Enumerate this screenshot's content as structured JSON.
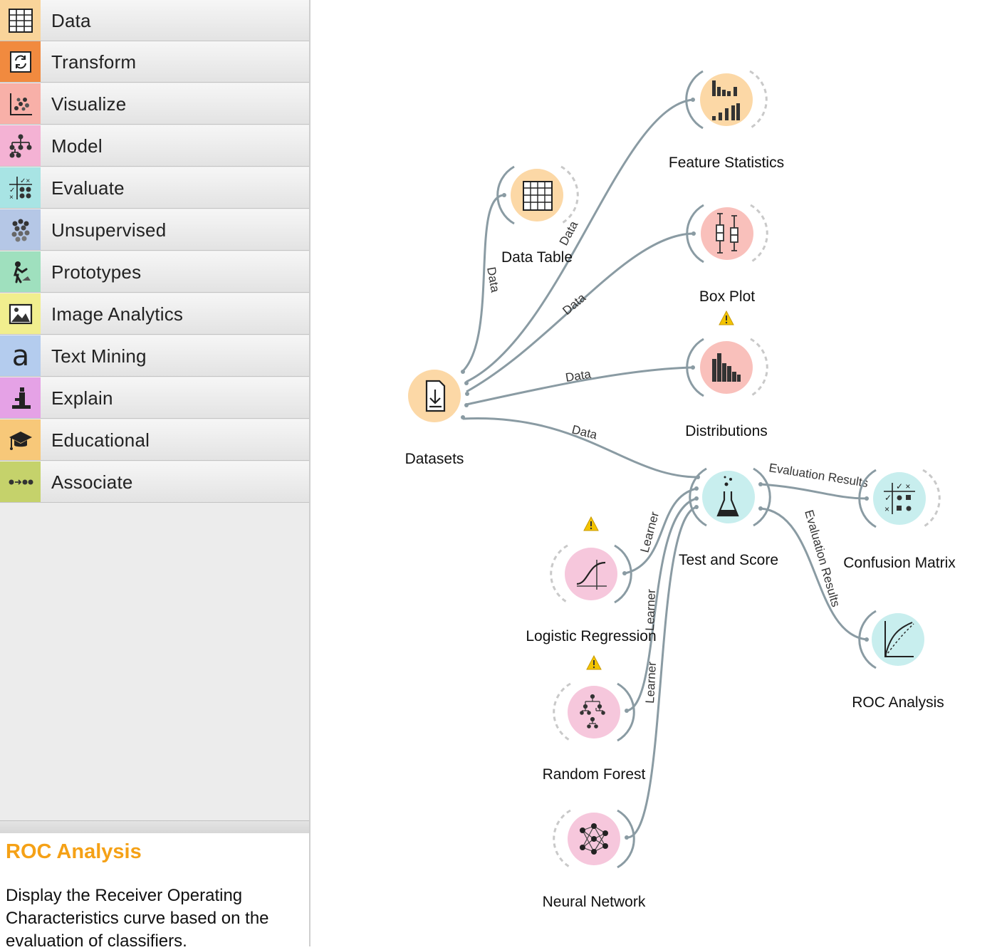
{
  "sidebar": {
    "categories": [
      {
        "label": "Data",
        "icon": "table-icon",
        "color": "#f9d49a"
      },
      {
        "label": "Transform",
        "icon": "transform-icon",
        "color": "#f18a3f"
      },
      {
        "label": "Visualize",
        "icon": "scatter-icon",
        "color": "#f8b0a8"
      },
      {
        "label": "Model",
        "icon": "tree-icon",
        "color": "#f4b2d4"
      },
      {
        "label": "Evaluate",
        "icon": "evaluate-icon",
        "color": "#a8e4e4"
      },
      {
        "label": "Unsupervised",
        "icon": "clusters-icon",
        "color": "#b5c7e6"
      },
      {
        "label": "Prototypes",
        "icon": "worker-icon",
        "color": "#9fe0be"
      },
      {
        "label": "Image Analytics",
        "icon": "image-icon",
        "color": "#f1ee8e"
      },
      {
        "label": "Text Mining",
        "icon": "letter-a-icon",
        "color": "#b4ccee"
      },
      {
        "label": "Explain",
        "icon": "explain-icon",
        "color": "#e5a2e6"
      },
      {
        "label": "Educational",
        "icon": "graduation-cap-icon",
        "color": "#f7c879"
      },
      {
        "label": "Associate",
        "icon": "associate-icon",
        "color": "#c5d26b"
      }
    ]
  },
  "help": {
    "title": "ROC Analysis",
    "text": "Display the Receiver Operating Characteristics curve based on the evaluation of classifiers."
  },
  "workflow": {
    "nodes": {
      "datasets": {
        "label": "Datasets",
        "color": "#fcd8a6",
        "icon": "download-doc-icon"
      },
      "data_table": {
        "label": "Data Table",
        "color": "#fcd8a6",
        "icon": "table-icon"
      },
      "feature_statistics": {
        "label": "Feature Statistics",
        "color": "#fcd8a6",
        "icon": "bar-stats-icon"
      },
      "box_plot": {
        "label": "Box Plot",
        "color": "#f9c0bb",
        "icon": "boxplot-icon",
        "warning": true
      },
      "distributions": {
        "label": "Distributions",
        "color": "#f9c0bb",
        "icon": "histogram-icon"
      },
      "test_and_score": {
        "label": "Test and Score",
        "color": "#c8eeee",
        "icon": "flask-icon"
      },
      "confusion_matrix": {
        "label": "Confusion Matrix",
        "color": "#c8eeee",
        "icon": "matrix-icon"
      },
      "roc_analysis": {
        "label": "ROC Analysis",
        "color": "#c8eeee",
        "icon": "roc-curve-icon"
      },
      "logistic_regression": {
        "label": "Logistic Regression",
        "color": "#f6c7dc",
        "icon": "sigmoid-icon",
        "warning": true
      },
      "random_forest": {
        "label": "Random Forest",
        "color": "#f6c7dc",
        "icon": "forest-icon",
        "warning": true
      },
      "neural_network": {
        "label": "Neural Network",
        "color": "#f6c7dc",
        "icon": "network-icon"
      }
    },
    "link_labels": {
      "data": "Data",
      "learner": "Learner",
      "evaluation_results": "Evaluation Results"
    },
    "colors": {
      "link": "#8a9ba3",
      "warning": "#f3c400"
    }
  }
}
